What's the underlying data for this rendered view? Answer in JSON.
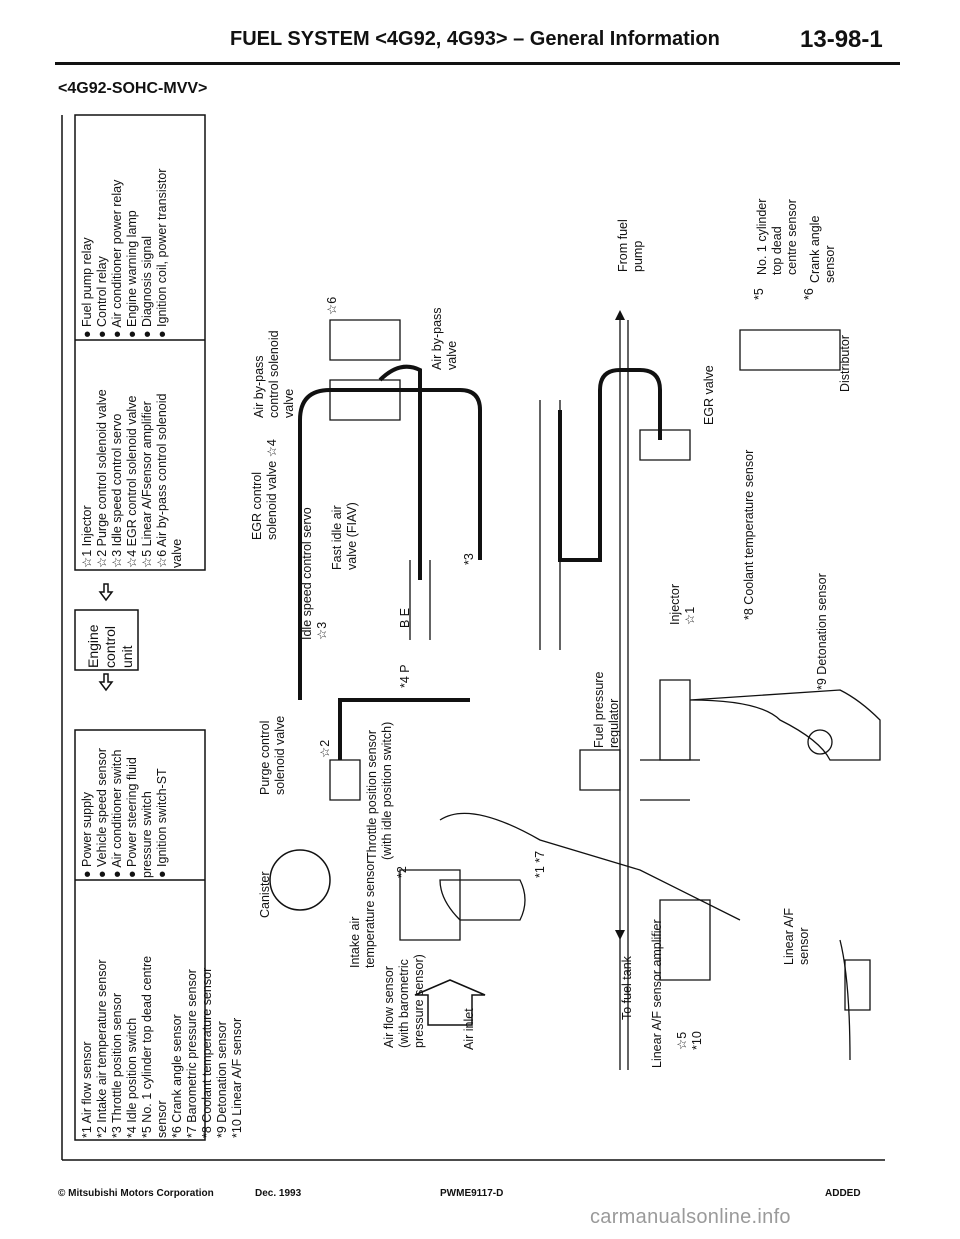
{
  "header": {
    "title": "FUEL SYSTEM <4G92, 4G93> – General Information",
    "page_number": "13-98-1",
    "subtitle": "<4G92-SOHC-MVV>"
  },
  "legend": {
    "sensors": [
      "*1 Air flow sensor",
      "*2 Intake air temperature sensor",
      "*3 Throttle position sensor",
      "*4 Idle position switch",
      "*5 No. 1 cylinder top dead centre",
      "sensor",
      "*6 Crank angle sensor",
      "*7 Barometric pressure sensor",
      "*8 Coolant temperature sensor",
      "*9 Detonation sensor",
      "*10 Linear A/F sensor"
    ],
    "switches": [
      "● Power supply",
      "● Vehicle speed sensor",
      "● Air conditioner switch",
      "● Power steering fluid",
      "pressure switch",
      "● Ignition switch-ST"
    ],
    "ecu": [
      "Engine",
      "control",
      "unit"
    ],
    "actuators": [
      "☆1 Injector",
      "☆2 Purge control solenoid valve",
      "☆3 Idle speed control servo",
      "☆4 EGR control solenoid valve",
      "☆5 Linear A/Fsensor amplifier",
      "☆6 Air by-pass control solenoid",
      "valve"
    ],
    "outputs": [
      "● Fuel pump relay",
      "● Control relay",
      "● Air conditioner power relay",
      "● Engine warning lamp",
      "● Diagnosis signal",
      "● Ignition coil, power transistor"
    ]
  },
  "labels": {
    "canister": "Canister",
    "purge_valve": [
      "Purge control",
      "solenoid valve"
    ],
    "purge_mark": "☆2",
    "intake_temp": [
      "Intake air",
      "temperature sensor"
    ],
    "afs": [
      "Air flow sensor",
      "(with barometric",
      "pressure sensor)"
    ],
    "air_inlet": "Air inlet",
    "tps": [
      "Throttle position sensor",
      "(with idle position switch)"
    ],
    "mark_2": "*2",
    "mark_17": "*1 *7",
    "isc": [
      "Idle speed control servo",
      "☆3"
    ],
    "fiav": [
      "Fast idle air",
      "valve (FIAV)"
    ],
    "mark_3": "*3",
    "mark_4p": "*4 P",
    "letters_be": "B E",
    "egr_sol": [
      "EGR control",
      "solenoid valve ☆4"
    ],
    "abp_sol": [
      "Air by-pass",
      "control solenoid",
      "valve"
    ],
    "abp_mark": "☆6",
    "abp_valve": [
      "Air by-pass",
      "valve"
    ],
    "fpr": [
      "Fuel pressure",
      "regulator"
    ],
    "injector": [
      "Injector",
      "☆1"
    ],
    "egr_valve": "EGR valve",
    "coolant": "*8 Coolant temperature sensor",
    "detonation": "*9 Detonation sensor",
    "from_fuel": [
      "From fuel",
      "pump"
    ],
    "to_fuel": "To fuel tank",
    "amp": "Linear A/F sensor amplifier",
    "amp_marks": [
      "☆5",
      "*10"
    ],
    "laf": [
      "Linear A/F",
      "sensor"
    ],
    "distributor": "Distributor",
    "tdc_mark": "*5",
    "tdc": [
      "No. 1 cylinder",
      "top dead",
      "centre sensor"
    ],
    "crank_mark": "*6",
    "crank": [
      "Crank angle",
      "sensor"
    ]
  },
  "footer": {
    "copyright": "© Mitsubishi Motors Corporation",
    "date": "Dec. 1993",
    "code": "PWME9117-D",
    "status": "ADDED"
  },
  "watermark": "carmanualsonline.info"
}
